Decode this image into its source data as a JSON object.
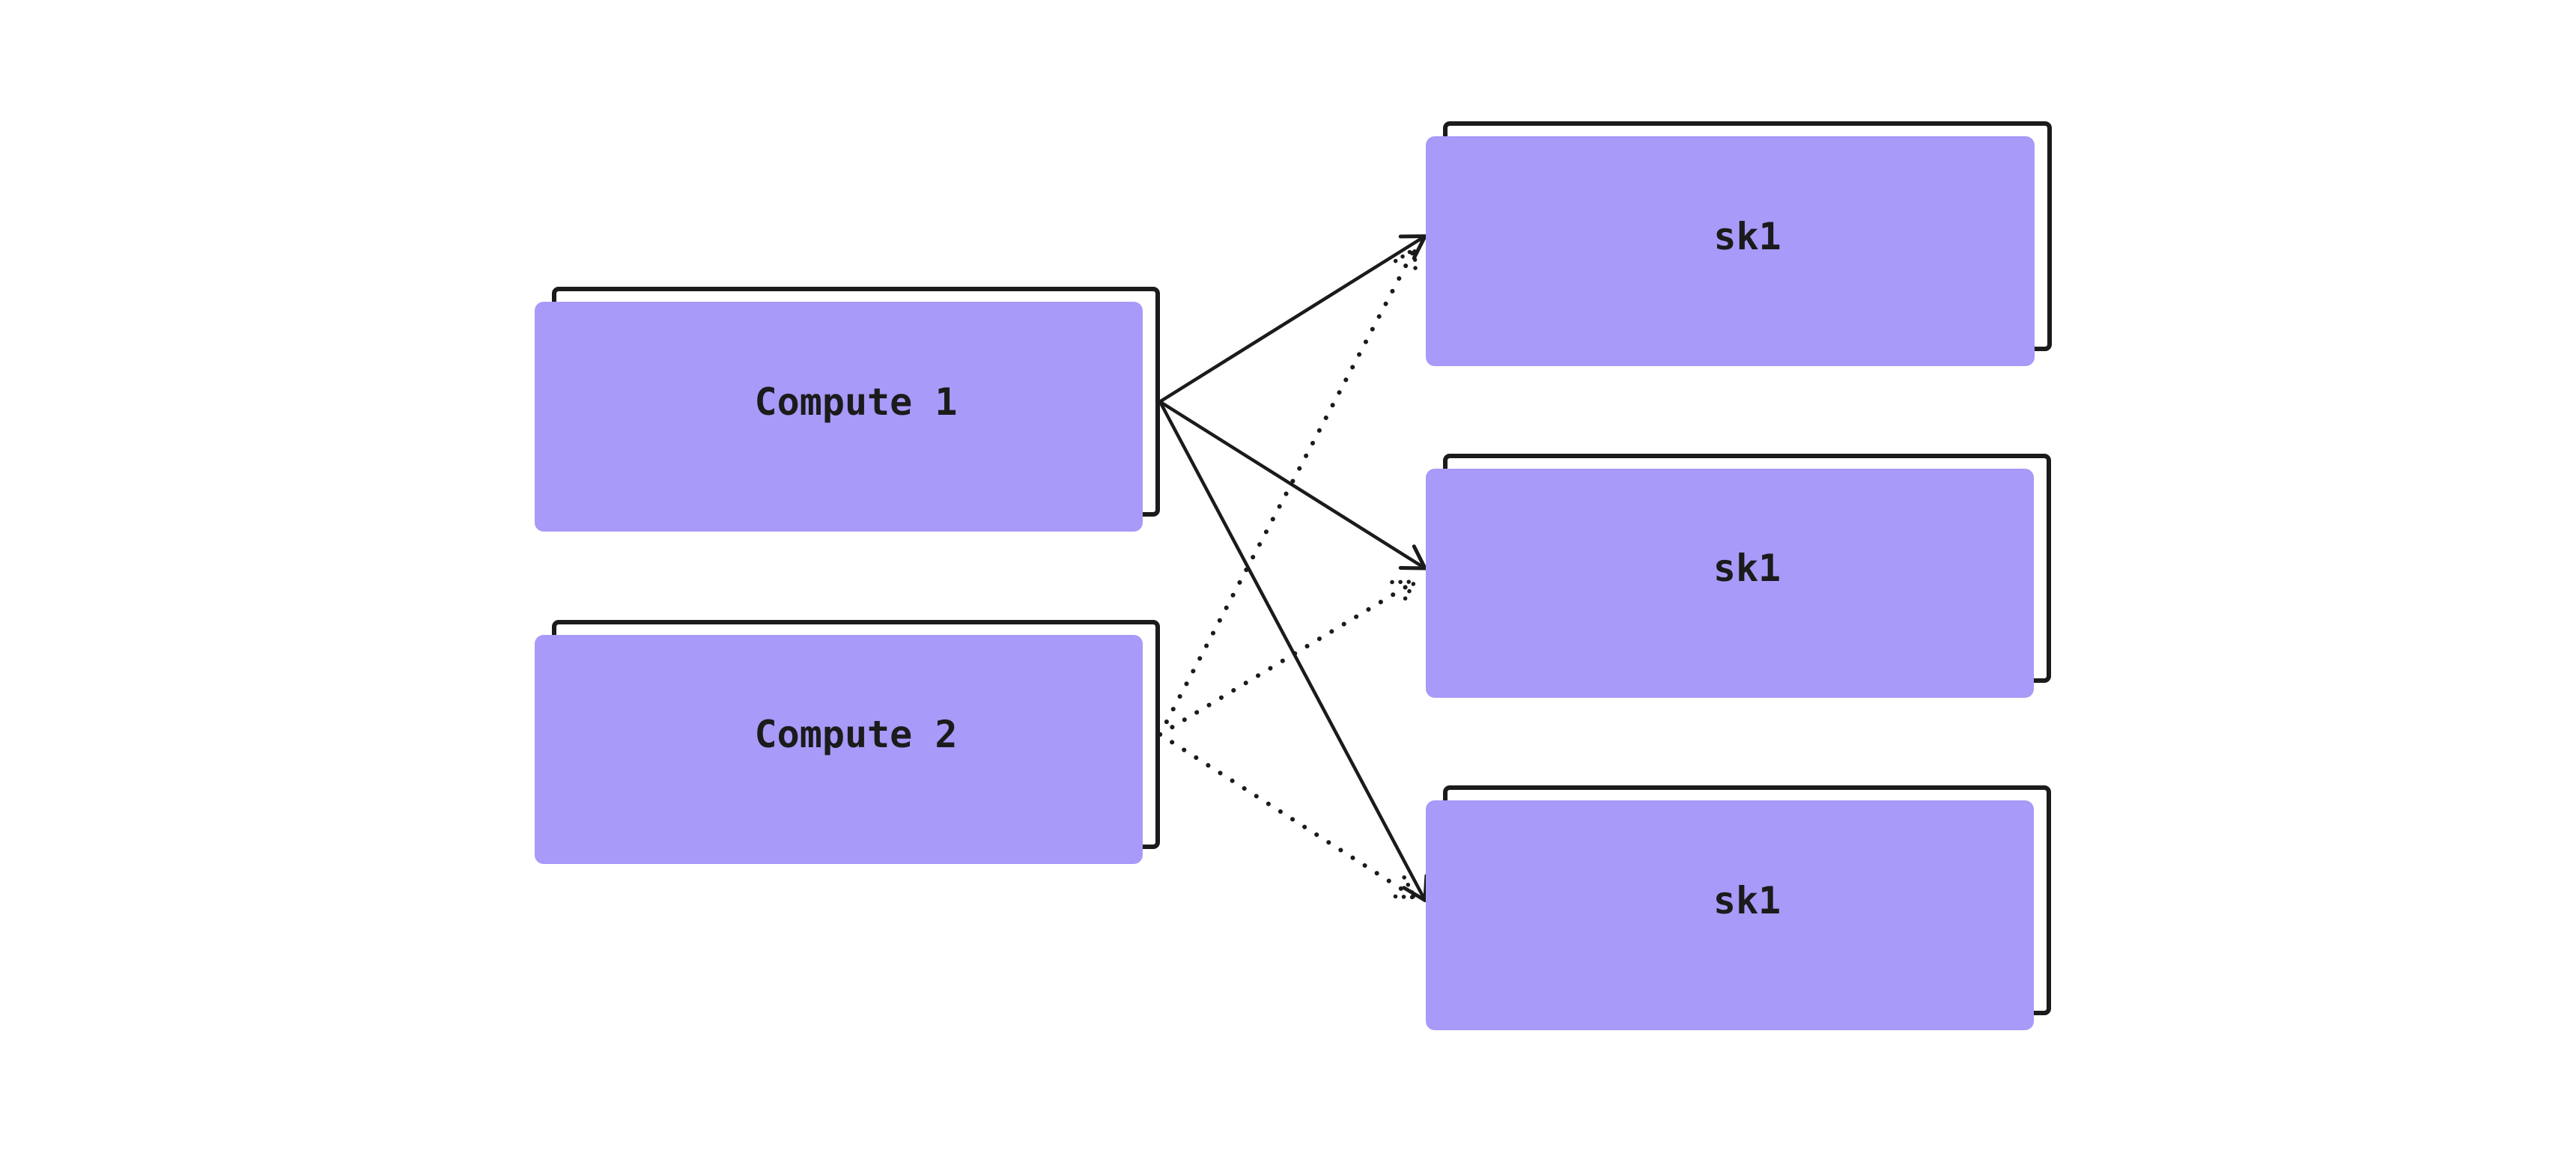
{
  "diagram": {
    "nodes": [
      {
        "id": "compute-1",
        "label": "Compute 1",
        "role": "source"
      },
      {
        "id": "compute-2",
        "label": "Compute 2",
        "role": "source"
      },
      {
        "id": "sk1-a",
        "label": "sk1",
        "role": "target"
      },
      {
        "id": "sk1-b",
        "label": "sk1",
        "role": "target"
      },
      {
        "id": "sk1-c",
        "label": "sk1",
        "role": "target"
      }
    ],
    "edges": [
      {
        "from": "compute-1",
        "to": "sk1-a",
        "style": "solid",
        "arrowhead": "open-chevron"
      },
      {
        "from": "compute-1",
        "to": "sk1-b",
        "style": "solid",
        "arrowhead": "open-chevron"
      },
      {
        "from": "compute-1",
        "to": "sk1-c",
        "style": "solid",
        "arrowhead": "open-chevron"
      },
      {
        "from": "compute-2",
        "to": "sk1-a",
        "style": "dotted",
        "arrowhead": "open-chevron"
      },
      {
        "from": "compute-2",
        "to": "sk1-b",
        "style": "dotted",
        "arrowhead": "open-chevron"
      },
      {
        "from": "compute-2",
        "to": "sk1-c",
        "style": "dotted",
        "arrowhead": "open-chevron"
      }
    ],
    "colors": {
      "background": "#ffffff",
      "ink": "#1b1b1b",
      "shadow_accent": "#a79af8",
      "node_fill": "#ffffff"
    }
  }
}
